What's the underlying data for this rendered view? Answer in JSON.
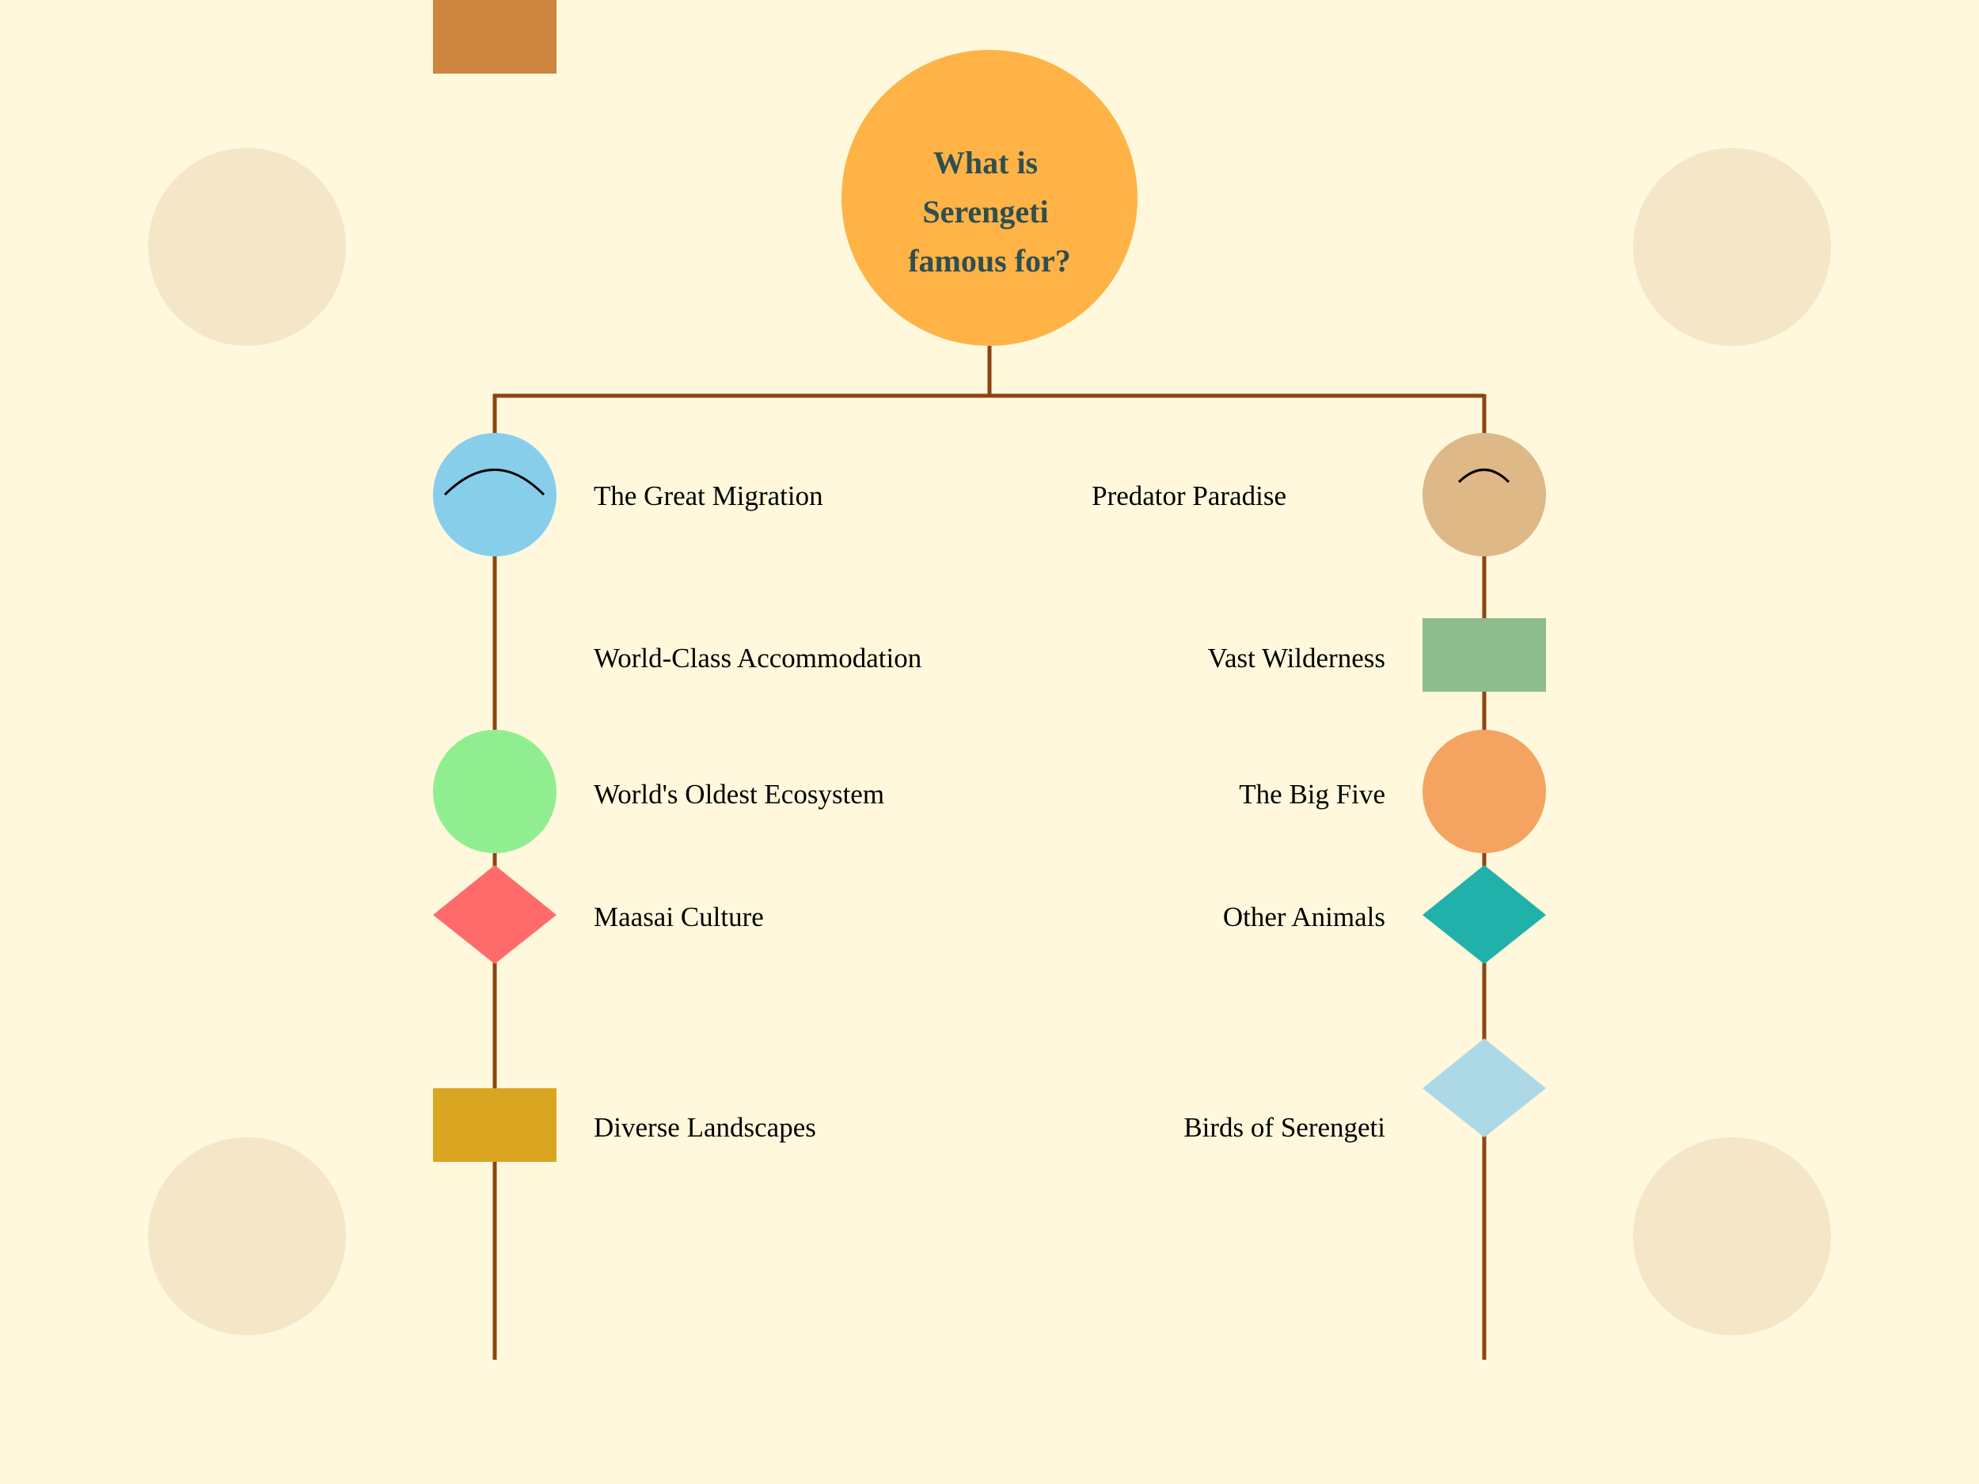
{
  "colors": {
    "background": "#FFF8DC",
    "connector": "#8B4513",
    "central_circle": "#FFB347",
    "central_text": "#2F4F4F",
    "decor_circle": "#F5E6C8",
    "decor_square": "#CD853F",
    "label_text": "#000000"
  },
  "center": {
    "title_lines": [
      "What is",
      "Serengeti",
      "famous for?"
    ]
  },
  "left_branch": [
    {
      "label": "The Great Migration",
      "shape": "circle-with-arc",
      "color": "#87CEEB"
    },
    {
      "label": "World-Class Accommodation",
      "shape": "none",
      "color": ""
    },
    {
      "label": "World's Oldest Ecosystem",
      "shape": "circle",
      "color": "#90EE90"
    },
    {
      "label": "Maasai Culture",
      "shape": "diamond",
      "color": "#FF6B6B"
    },
    {
      "label": "Diverse Landscapes",
      "shape": "rectangle",
      "color": "#DAA520"
    }
  ],
  "right_branch": [
    {
      "label": "Predator Paradise",
      "shape": "circle-with-arc",
      "color": "#DEB887"
    },
    {
      "label": "Vast Wilderness",
      "shape": "rectangle",
      "color": "#8FBC8F"
    },
    {
      "label": "The Big Five",
      "shape": "circle",
      "color": "#F4A460"
    },
    {
      "label": "Other Animals",
      "shape": "diamond",
      "color": "#20B2AA"
    },
    {
      "label": "Birds of Serengeti",
      "shape": "diamond",
      "color": "#ADD8E6"
    }
  ]
}
